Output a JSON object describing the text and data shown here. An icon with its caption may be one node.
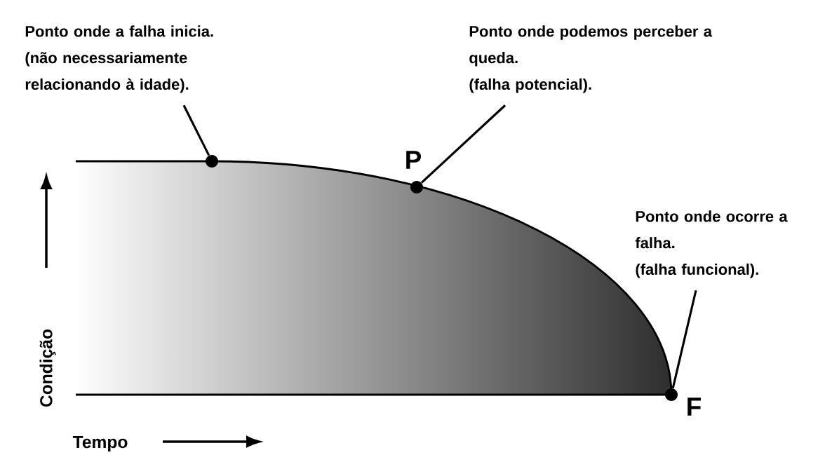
{
  "diagram": {
    "nodes": [
      {
        "text": [
          "Ponto onde a falha inicia.",
          "(não necessariamente relacionando à idade)."
        ]
      },
      {
        "text": [
          "Ponto onde podemos perceber a queda.",
          "(falha potencial)."
        ]
      },
      {
        "text": [
          "Ponto onde ocorre a falha.",
          "(falha funcional)."
        ]
      },
      {
        "text": [],
        "shape": "circle"
      },
      {
        "text": [],
        "shape": "circle",
        "beside": [
          "P"
        ]
      },
      {
        "text": [],
        "shape": "circle",
        "beside": [
          "F"
        ]
      }
    ],
    "edges": [
      {
        "from": 0,
        "to": 3,
        "arrow": "none"
      },
      {
        "from": 1,
        "to": 4,
        "arrow": "none"
      },
      {
        "from": 2,
        "to": 5,
        "arrow": "none"
      }
    ],
    "labels": [
      "Condição",
      "Tempo"
    ]
  }
}
